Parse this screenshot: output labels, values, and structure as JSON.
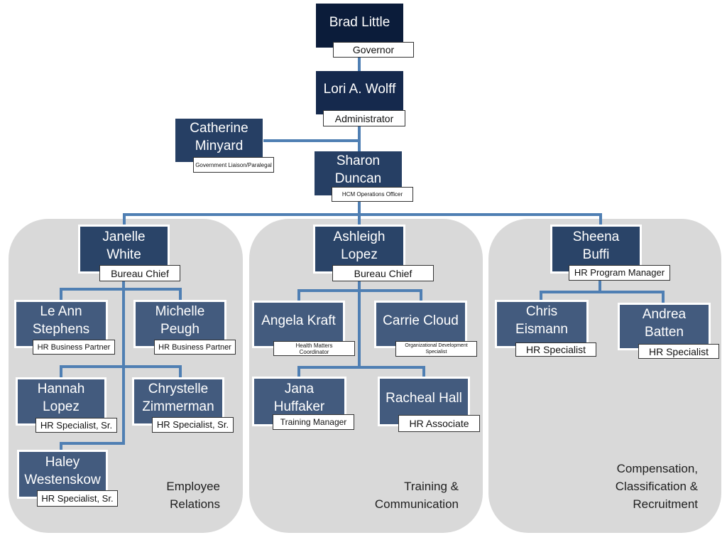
{
  "colors": {
    "governor": "#0b1c3a",
    "administrator": "#15294d",
    "executive": "#263f64",
    "chief": "#2a4468",
    "staff": "#435b7e",
    "connector": "#4f7fb3",
    "panel": "#d9d9d9"
  },
  "top": {
    "governor": {
      "name": "Brad Little",
      "role": "Governor"
    },
    "administrator": {
      "name": "Lori A. Wolff",
      "role": "Administrator"
    },
    "liaison": {
      "name": "Catherine Minyard",
      "role": "Government Liaison/Paralegal"
    },
    "operations": {
      "name": "Sharon Duncan",
      "role": "HCM Operations Officer"
    }
  },
  "departments": [
    {
      "label": "Employee Relations",
      "head": {
        "name": "Janelle White",
        "role": "Bureau Chief"
      },
      "staff": [
        {
          "name": "Le Ann Stephens",
          "role": "HR Business Partner"
        },
        {
          "name": "Michelle Peugh",
          "role": "HR Business Partner"
        },
        {
          "name": "Hannah Lopez",
          "role": "HR Specialist, Sr."
        },
        {
          "name": "Chrystelle Zimmerman",
          "role": "HR Specialist, Sr."
        },
        {
          "name": "Haley Westenskow",
          "role": "HR Specialist, Sr."
        }
      ]
    },
    {
      "label": "Training & Communication",
      "head": {
        "name": "Ashleigh Lopez",
        "role": "Bureau Chief"
      },
      "staff": [
        {
          "name": "Angela Kraft",
          "role": "Health Matters Coordinator"
        },
        {
          "name": "Carrie Cloud",
          "role": "Organizational Development Specialist"
        },
        {
          "name": "Jana Huffaker",
          "role": "Training Manager"
        },
        {
          "name": "Racheal Hall",
          "role": "HR Associate"
        }
      ]
    },
    {
      "label": "Compensation, Classification & Recruitment",
      "head": {
        "name": "Sheena Buffi",
        "role": "HR Program Manager"
      },
      "staff": [
        {
          "name": "Chris Eismann",
          "role": "HR Specialist"
        },
        {
          "name": "Andrea Batten",
          "role": "HR Specialist"
        }
      ]
    }
  ]
}
